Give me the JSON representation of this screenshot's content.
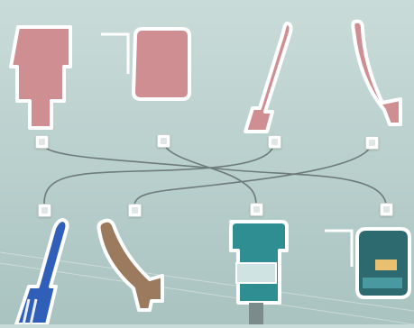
{
  "game": {
    "type": "matching-puzzle",
    "top_row": [
      "pink-toothpaste-tube",
      "pink-floss-container",
      "pink-toothbrush",
      "pink-floss-pick"
    ],
    "bottom_row": [
      "blue-toothbrush",
      "brown-floss-pick",
      "teal-toothpaste-tube",
      "teal-floss-container"
    ],
    "connections": [
      {
        "from": "top-connector-1",
        "to": "bottom-connector-4"
      },
      {
        "from": "top-connector-2",
        "to": "bottom-connector-3"
      },
      {
        "from": "top-connector-3",
        "to": "bottom-connector-1"
      },
      {
        "from": "top-connector-4",
        "to": "bottom-connector-2"
      }
    ],
    "colors": {
      "background": "#c4d7d4",
      "top_items": "#cf8f92",
      "outline": "#ffffff",
      "wire": "#6e7b7a",
      "brush_blue": "#2f5fb8",
      "pick_brown": "#9b7a5e",
      "teal_items": "#2f8e92"
    }
  }
}
